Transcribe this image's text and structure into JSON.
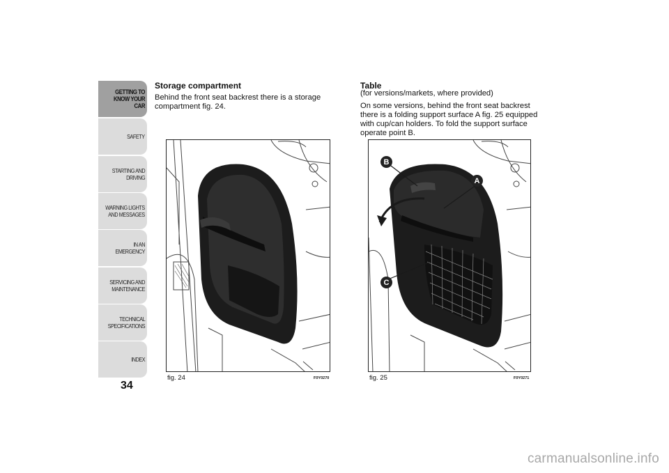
{
  "sidebar": {
    "tabs": [
      {
        "label": "GETTING TO\nKNOW YOUR CAR",
        "active": true
      },
      {
        "label": "SAFETY",
        "active": false
      },
      {
        "label": "STARTING AND\nDRIVING",
        "active": false
      },
      {
        "label": "WARNING LIGHTS\nAND MESSAGES",
        "active": false
      },
      {
        "label": "IN AN EMERGENCY",
        "active": false
      },
      {
        "label": "SERVICING AND\nMAINTENANCE",
        "active": false
      },
      {
        "label": "TECHNICAL\nSPECIFICATIONS",
        "active": false
      },
      {
        "label": "INDEX",
        "active": false
      }
    ],
    "page_number": "34"
  },
  "left_column": {
    "heading": "Storage compartment",
    "paragraph": "Behind the front seat backrest there is a storage compartment fig. 24."
  },
  "right_column": {
    "heading": "Table",
    "subheading": "(for versions/markets, where provided)",
    "paragraph": "On some versions, behind the front seat backrest there is a folding support surface A fig. 25 equipped with cup/can holders. To fold the support surface operate point B."
  },
  "figures": [
    {
      "caption": "fig. 24",
      "code": "F0Y0270"
    },
    {
      "caption": "fig. 25",
      "code": "F0Y0271",
      "callouts": [
        "A",
        "B",
        "C"
      ]
    }
  ],
  "watermark": "carmanualsonline.info"
}
